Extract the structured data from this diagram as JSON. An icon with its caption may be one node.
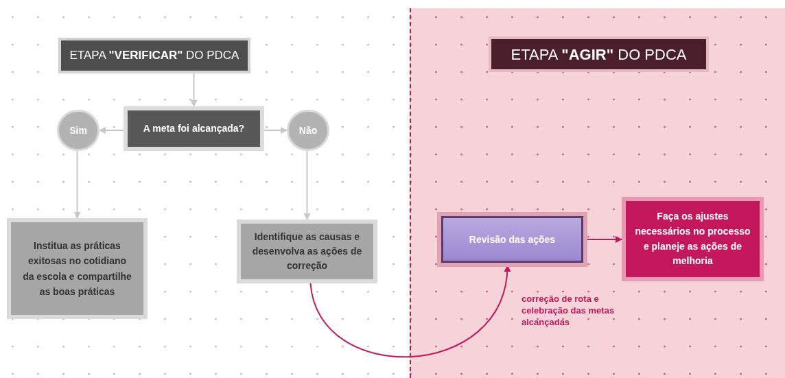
{
  "diagram": {
    "nodes": [
      {
        "text": [
          "ETAPA **\"VERIFICAR\"** DO PDCA"
        ]
      },
      {
        "text": [
          "ETAPA **\"AGIR\"** DO PDCA"
        ]
      },
      {
        "text": [
          "A meta foi alcançada?"
        ]
      },
      {
        "text": [
          "Sim"
        ]
      },
      {
        "text": [
          "Não"
        ]
      },
      {
        "text": [
          "Institua as práticas exitosas no cotidiano da escola e compartilhe as boas práticas"
        ]
      },
      {
        "text": [
          "Identifique as causas e desenvolva as ações de correção"
        ]
      },
      {
        "text": [
          "Revisão das ações"
        ]
      },
      {
        "text": [
          "Faça os ajustes necessários no processo e planeje as ações de melhoria"
        ]
      }
    ],
    "edges": [
      {
        "from": 0,
        "to": 2,
        "arrow": "to"
      },
      {
        "from": 2,
        "to": 3,
        "arrow": "to"
      },
      {
        "from": 2,
        "to": 4,
        "arrow": "to"
      },
      {
        "from": 3,
        "to": 5,
        "arrow": "to"
      },
      {
        "from": 4,
        "to": 6,
        "arrow": "to"
      },
      {
        "from": 6,
        "to": 7,
        "arrow": "to",
        "label": "correção de rota e celebração das metas alcançadas",
        "color": "#c2185b"
      },
      {
        "from": 7,
        "to": 8,
        "arrow": "to",
        "color": "#c2185b"
      }
    ]
  }
}
